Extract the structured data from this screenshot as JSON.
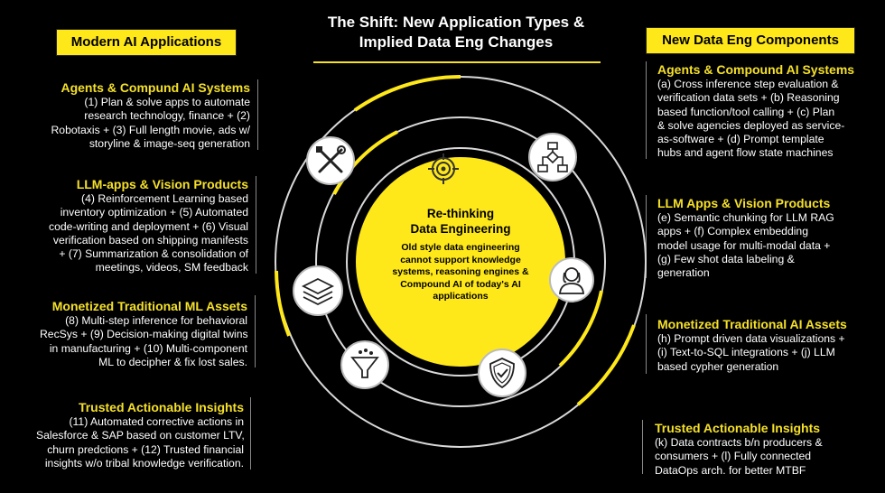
{
  "title": {
    "line1": "The Shift: New Application Types &",
    "line2": "Implied Data Eng Changes"
  },
  "left_header": "Modern AI Applications",
  "right_header": "New Data Eng Components",
  "left_sections": [
    {
      "heading": "Agents & Compund AI Systems",
      "lines": [
        "(1) Plan & solve apps to automate",
        "research technology, finance +  (2)",
        "Robotaxis + (3) Full length movie, ads w/",
        "storyline & image-seq generation"
      ]
    },
    {
      "heading": "LLM-apps & Vision Products",
      "lines": [
        "(4) Reinforcement Learning based",
        "inventory optimization + (5) Automated",
        "code-writing and deployment + (6) Visual",
        "verification based on shipping manifests",
        "+ (7) Summarization & consolidation of",
        "meetings, videos, SM feedback"
      ]
    },
    {
      "heading": "Monetized Traditional ML Assets",
      "lines": [
        "(8) Multi-step inference for behavioral",
        "RecSys + (9) Decision-making digital twins",
        "in manufacturing + (10) Multi-component",
        "ML to decipher & fix lost sales."
      ]
    },
    {
      "heading": "Trusted Actionable Insights",
      "lines": [
        "(11) Automated corrective actions in",
        "Salesforce & SAP based on customer LTV,",
        "churn predctions + (12) Trusted financial",
        "insights w/o tribal knowledge verification."
      ]
    }
  ],
  "right_sections": [
    {
      "heading": "Agents & Compound AI Systems",
      "lines": [
        "(a) Cross inference step evaluation &",
        "verification data sets + (b) Reasoning",
        "based function/tool calling + (c) Plan",
        "& solve agencies deployed as service-",
        "as-software + (d) Prompt template",
        "hubs and agent flow state machines"
      ]
    },
    {
      "heading": "LLM Apps & Vision Products",
      "lines": [
        "(e) Semantic chunking for LLM RAG",
        "apps + (f) Complex embedding",
        "model usage for multi-modal data +",
        "(g) Few shot data labeling &",
        "generation"
      ]
    },
    {
      "heading": "Monetized Traditional AI Assets",
      "lines": [
        "(h) Prompt driven data visualizations +",
        "(i) Text-to-SQL integrations + (j) LLM",
        "based cypher generation"
      ]
    },
    {
      "heading": "Trusted Actionable Insights",
      "lines": [
        "(k) Data contracts b/n producers &",
        "consumers + (l) Fully connected",
        "DataOps arch. for better MTBF"
      ]
    }
  ],
  "center": {
    "title_line1": "Re-thinking",
    "title_line2": "Data Engineering",
    "body": [
      "Old style data engineering",
      "cannot support knowledge",
      "systems, reasoning engines &",
      "Compound AI of today's AI",
      "applications"
    ]
  },
  "icons": [
    "tools-icon",
    "flowchart-icon",
    "target-icon",
    "layers-icon",
    "person-icon",
    "funnel-icon",
    "shield-check-icon"
  ],
  "colors": {
    "accent": "#ffe81a",
    "background": "#000000",
    "ring": "#d9d9d9"
  }
}
